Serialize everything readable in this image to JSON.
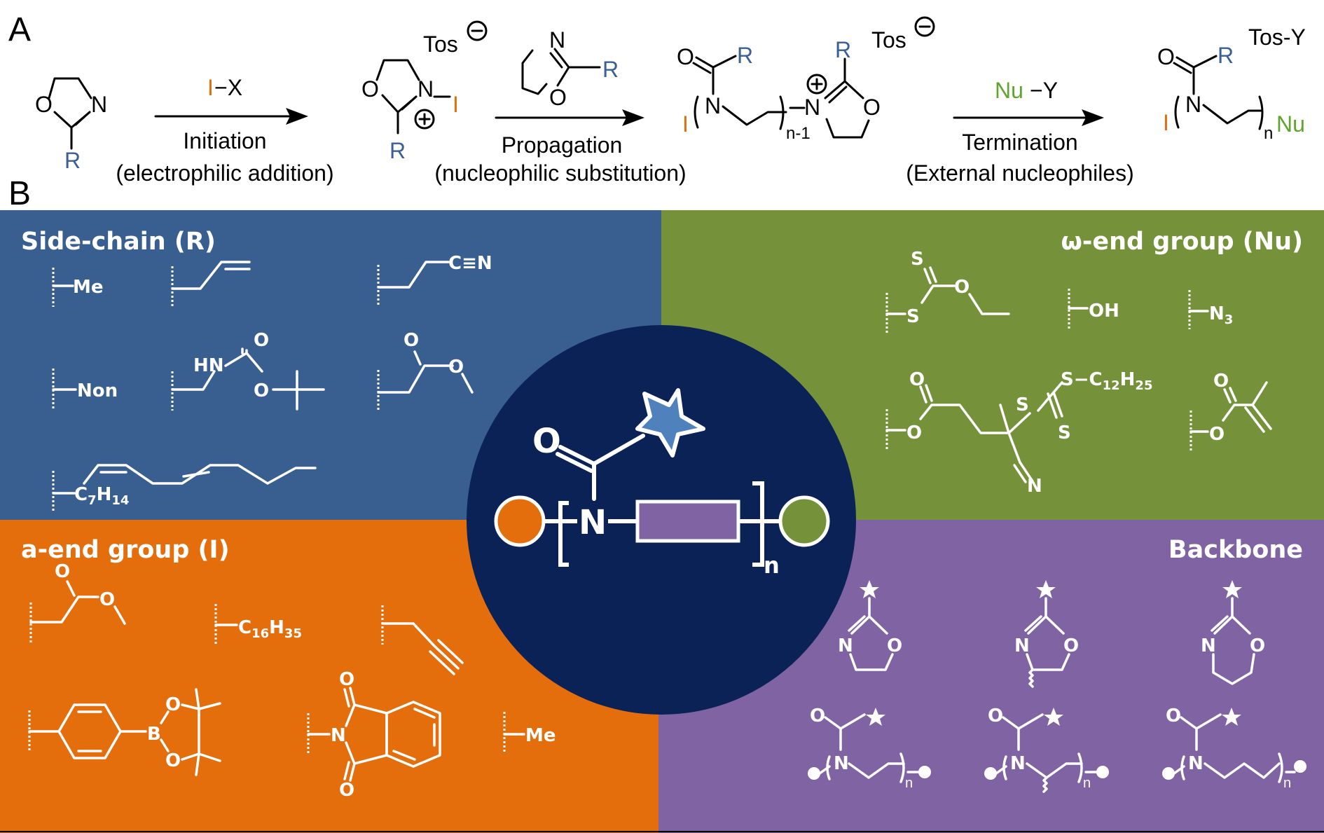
{
  "colors": {
    "blue_label": "#3a5f96",
    "orange_label": "#e0700e",
    "green_label": "#5fa52e",
    "side_chain_panel": "#385f8f",
    "end_group_panel": "#75923a",
    "alpha_panel": "#e46d0c",
    "backbone_panel": "#8063a3",
    "center_circle": "#0b2257",
    "star": "#4f81bd",
    "backbone_rect": "#8063a3",
    "alpha_circle": "#e46d0c",
    "omega_circle": "#75923a"
  },
  "panel_a": {
    "letter": "A",
    "monomer": {
      "O": "O",
      "N": "N",
      "R": "R"
    },
    "step1": {
      "reagent_I": "I",
      "reagent_rest": "−X",
      "name": "Initiation",
      "mechanism": "(electrophilic addition)"
    },
    "cation": {
      "counterion": "Tos",
      "minus": "⊖",
      "O": "O",
      "N": "N",
      "I": "I",
      "plus": "⊕",
      "R": "R"
    },
    "step2": {
      "O": "O",
      "N": "N",
      "R": "R",
      "name": "Propagation",
      "mechanism": "(nucleophilic substitution)"
    },
    "living": {
      "counterion": "Tos",
      "minus": "⊖",
      "O_carbonyl": "O",
      "R_side": "R",
      "I": "I",
      "N_amide": "N",
      "subscript": "n-1",
      "N_ring": "N",
      "plus": "⊕",
      "R_ring": "R",
      "O_ring": "O"
    },
    "step3": {
      "reagent_Nu": "Nu",
      "reagent_rest": "−Y",
      "name": "Termination",
      "mechanism": "(External nucleophiles)"
    },
    "product": {
      "byproduct": "Tos-Y",
      "O": "O",
      "R": "R",
      "I": "I",
      "N": "N",
      "subscript": "n",
      "Nu": "Nu"
    }
  },
  "panel_b": {
    "letter": "B",
    "side_chain": {
      "title": "Side-chain (R)",
      "me": "Me",
      "nitrile": "C≡N",
      "non": "Non",
      "hn": "HN",
      "o_carbonyl": "O",
      "o_ether": "O",
      "ester_o1": "O",
      "ester_o2": "O",
      "c7": "C",
      "c7_sub": "7",
      "h14": "H",
      "h14_sub": "14"
    },
    "omega_end": {
      "title": "ω-end group (Nu)",
      "xan_s1": "S",
      "xan_o": "O",
      "xan_s2": "S",
      "oh": "OH",
      "n3": "N",
      "n3_sub": "3",
      "cta_o1": "O",
      "cta_o2": "O",
      "cta_s1": "S",
      "cta_s2": "S",
      "cta_sc": "S−C",
      "cta_sub1": "12",
      "cta_h": "H",
      "cta_sub2": "25",
      "cta_n": "N",
      "ma_o1": "O",
      "ma_o2": "O"
    },
    "alpha_end": {
      "title": "a-end group (I)",
      "ester_o1": "O",
      "ester_o2": "O",
      "c16": "C",
      "c16_sub": "16",
      "h35": "H",
      "h35_sub": "35",
      "bpin_b": "B",
      "bpin_o1": "O",
      "bpin_o2": "O",
      "phth_o1": "O",
      "phth_n": "N",
      "phth_o2": "O",
      "me": "Me"
    },
    "backbone": {
      "title": "Backbone",
      "m1": {
        "N": "N",
        "O": "O"
      },
      "m2": {
        "N": "N",
        "O": "O"
      },
      "m3": {
        "N": "N",
        "O": "O"
      },
      "p1": {
        "O": "O",
        "N": "N",
        "n": "n"
      },
      "p2": {
        "O": "O",
        "N": "N",
        "n": "n"
      },
      "p3": {
        "O": "O",
        "N": "N",
        "n": "n"
      }
    },
    "center": {
      "O": "O",
      "N": "N",
      "n": "n"
    }
  }
}
